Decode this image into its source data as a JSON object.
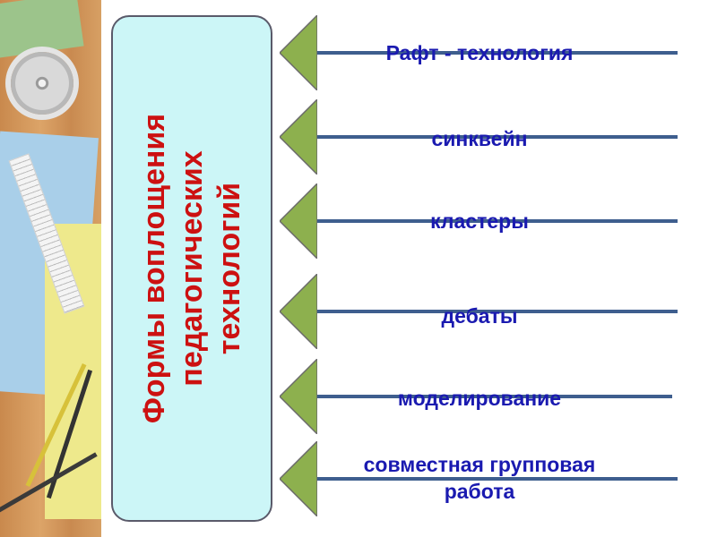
{
  "main_box": {
    "title": "Формы воплощения\nпедагогических\nтехнологий"
  },
  "items": [
    {
      "label": "Рафт - технология"
    },
    {
      "label": "синквейн"
    },
    {
      "label": "кластеры"
    },
    {
      "label": "дебаты"
    },
    {
      "label": "моделирование"
    },
    {
      "label": "совместная групповая\nработа"
    }
  ],
  "colors": {
    "title_text": "#cc1111",
    "item_text": "#1a1ab0",
    "box_fill": "#ccf6f7",
    "arrow_fill": "#8db04e",
    "line": "#3e5e8e"
  }
}
